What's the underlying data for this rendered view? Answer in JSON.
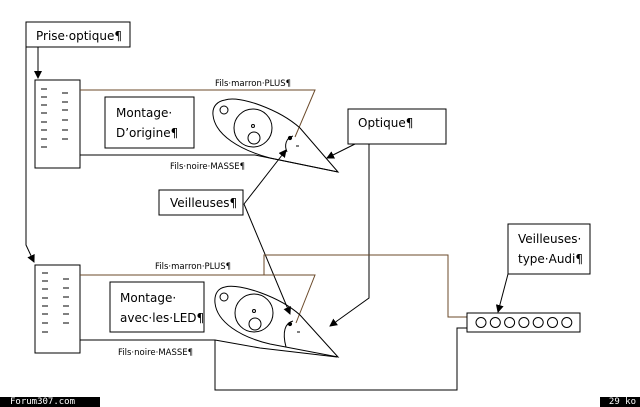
{
  "diagram": {
    "boxes": {
      "prise_optique": "Prise·optique¶",
      "montage_origine_line1": "Montage·",
      "montage_origine_line2": "D’origine¶",
      "optique": "Optique¶",
      "veilleuses": "Veilleuses¶",
      "montage_led_line1": "Montage·",
      "montage_led_line2": "avec·les·LED¶",
      "veilleuses_audi_line1": "Veilleuses·",
      "veilleuses_audi_line2": "type·Audi¶"
    },
    "wire_labels": {
      "top_plus": "Fils·marron·PLUS¶",
      "top_masse": "Fils·noire·MASSE¶",
      "bottom_plus": "Fils·marron·PLUS¶",
      "bottom_masse": "Fils·noire·MASSE¶"
    },
    "colors": {
      "wire_plus": "#6b4a2a",
      "wire_masse": "#000000"
    },
    "led_count": 7
  },
  "footer": {
    "site": "Forum307.com",
    "size": "29 ko"
  }
}
